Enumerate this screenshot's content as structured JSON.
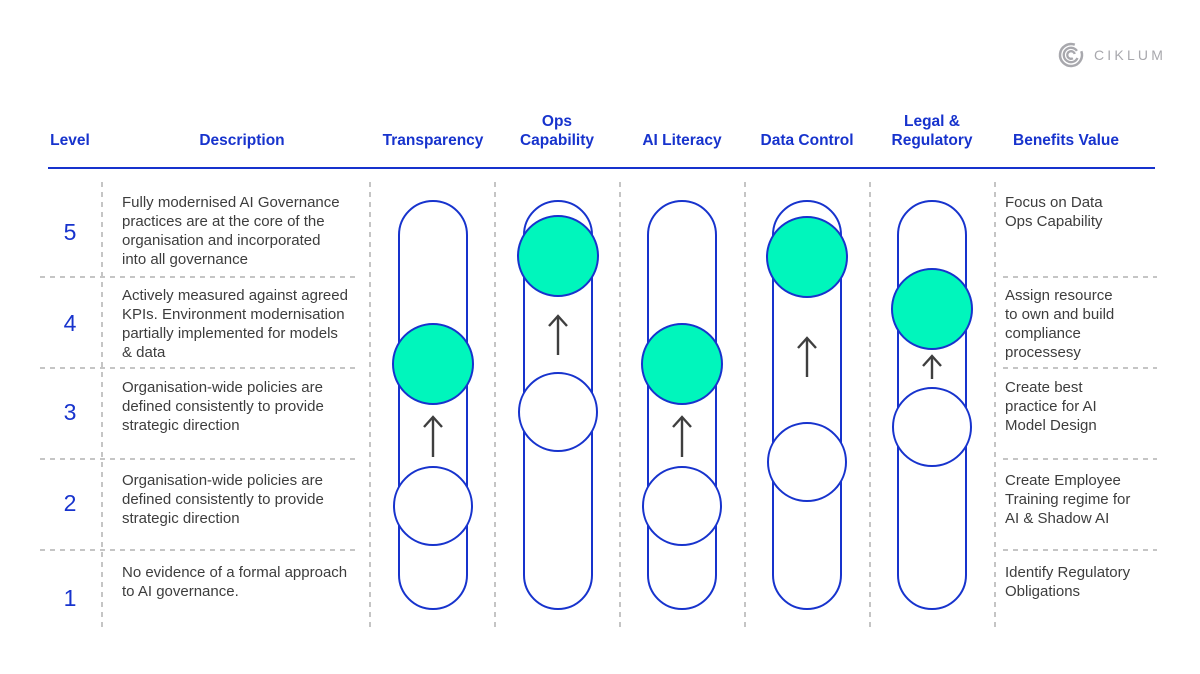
{
  "brand": {
    "name": "CIKLUM"
  },
  "colors": {
    "accent_blue": "#1733cd",
    "marker_teal": "#00f6bc",
    "body_text": "#3d3d3d",
    "dashed_line": "#c5c5c5",
    "logo_gray": "#a8a8ad",
    "arrow_gray": "#3f3f3f"
  },
  "headers": {
    "level": "Level",
    "description": "Description",
    "capabilities": [
      "Transparency",
      "Ops\nCapability",
      "AI Literacy",
      "Data Control",
      "Legal &\nRegulatory"
    ],
    "benefits": "Benefits Value"
  },
  "rows": [
    {
      "level": "5",
      "description": "Fully modernised AI Governance\npractices are at the core of the\norganisation and incorporated\ninto all governance",
      "benefit": "Focus on Data\nOps Capability"
    },
    {
      "level": "4",
      "description": "Actively measured against agreed\nKPIs. Environment modernisation\npartially implemented for models\n& data",
      "benefit": "Assign resource\nto own and build\ncompliance\nprocessesy"
    },
    {
      "level": "3",
      "description": "Organisation-wide policies are\ndefined consistently to provide\nstrategic direction",
      "benefit": "Create best\npractice for AI\nModel Design"
    },
    {
      "level": "2",
      "description": "Organisation-wide policies are\ndefined consistently to provide\nstrategic direction",
      "benefit": "Create Employee\nTraining regime for\nAI & Shadow AI"
    },
    {
      "level": "1",
      "description": "No evidence of a formal approach\nto AI governance.",
      "benefit": "Identify Regulatory\nObligations"
    }
  ],
  "tracks": [
    {
      "capability": "Transparency",
      "target_marker_row": 3.5,
      "current_marker_row": 2,
      "direction": "up"
    },
    {
      "capability": "Ops Capability",
      "target_marker_row": 5,
      "current_marker_row": 3,
      "direction": "up"
    },
    {
      "capability": "AI Literacy",
      "target_marker_row": 3.5,
      "current_marker_row": 2,
      "direction": "up"
    },
    {
      "capability": "Data Control",
      "target_marker_row": 5,
      "current_marker_row": 2.5,
      "direction": "up"
    },
    {
      "capability": "Legal & Regulatory",
      "target_marker_row": 4,
      "current_marker_row": 3,
      "direction": "up"
    }
  ]
}
